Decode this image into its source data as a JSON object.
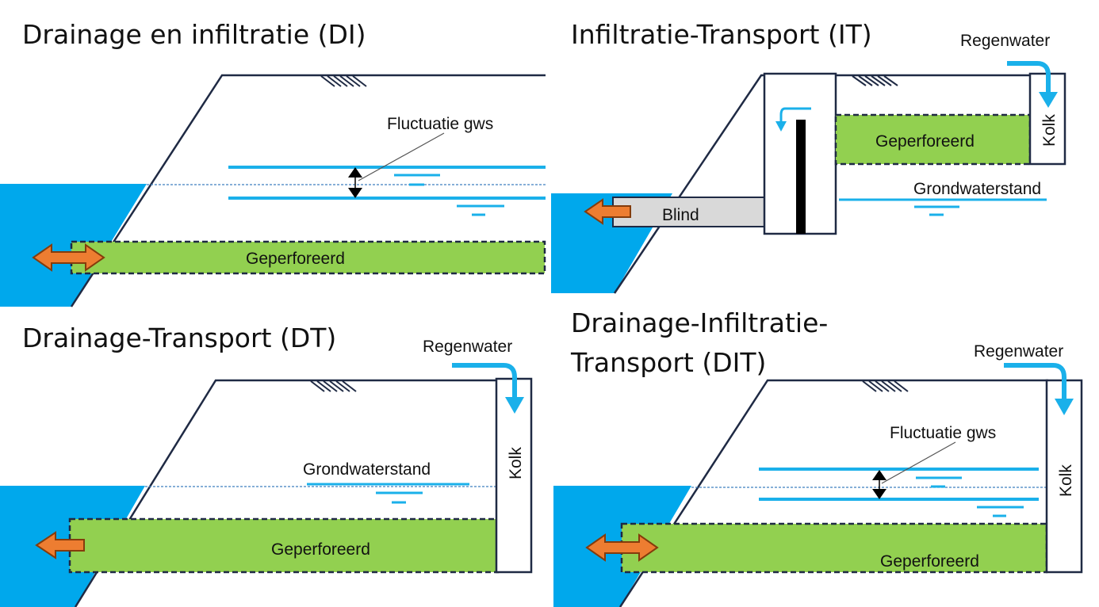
{
  "colors": {
    "water": "#00a8ec",
    "drain_fill": "#92d050",
    "drain_border": "#1f2a44",
    "arrow_fill": "#ed7d31",
    "arrow_stroke": "#843c0c",
    "outline": "#1f2a44",
    "blind_fill": "#d9d9d9"
  },
  "icons": {
    "surface": "ground-hatch-icon",
    "flow": "double-arrow-icon"
  },
  "panels": {
    "di": {
      "title": "Drainage en infiltratie (DI)",
      "fluctuation_label": "Fluctuatie gws",
      "pipe_label": "Geperforeerd"
    },
    "it": {
      "title": "Infiltratie-Transport (IT)",
      "rain_label": "Regenwater",
      "drain_label": "Geperforeerd",
      "kolk_label": "Kolk",
      "blind_label": "Blind",
      "groundwater_label": "Grondwaterstand"
    },
    "dt": {
      "title": "Drainage-Transport (DT)",
      "rain_label": "Regenwater",
      "groundwater_label": "Grondwaterstand",
      "kolk_label": "Kolk",
      "pipe_label": "Geperforeerd"
    },
    "dit": {
      "title_line1": "Drainage-Infiltratie-",
      "title_line2": "Transport (DIT)",
      "rain_label": "Regenwater",
      "fluctuation_label": "Fluctuatie gws",
      "kolk_label": "Kolk",
      "pipe_label": "Geperforeerd"
    }
  }
}
